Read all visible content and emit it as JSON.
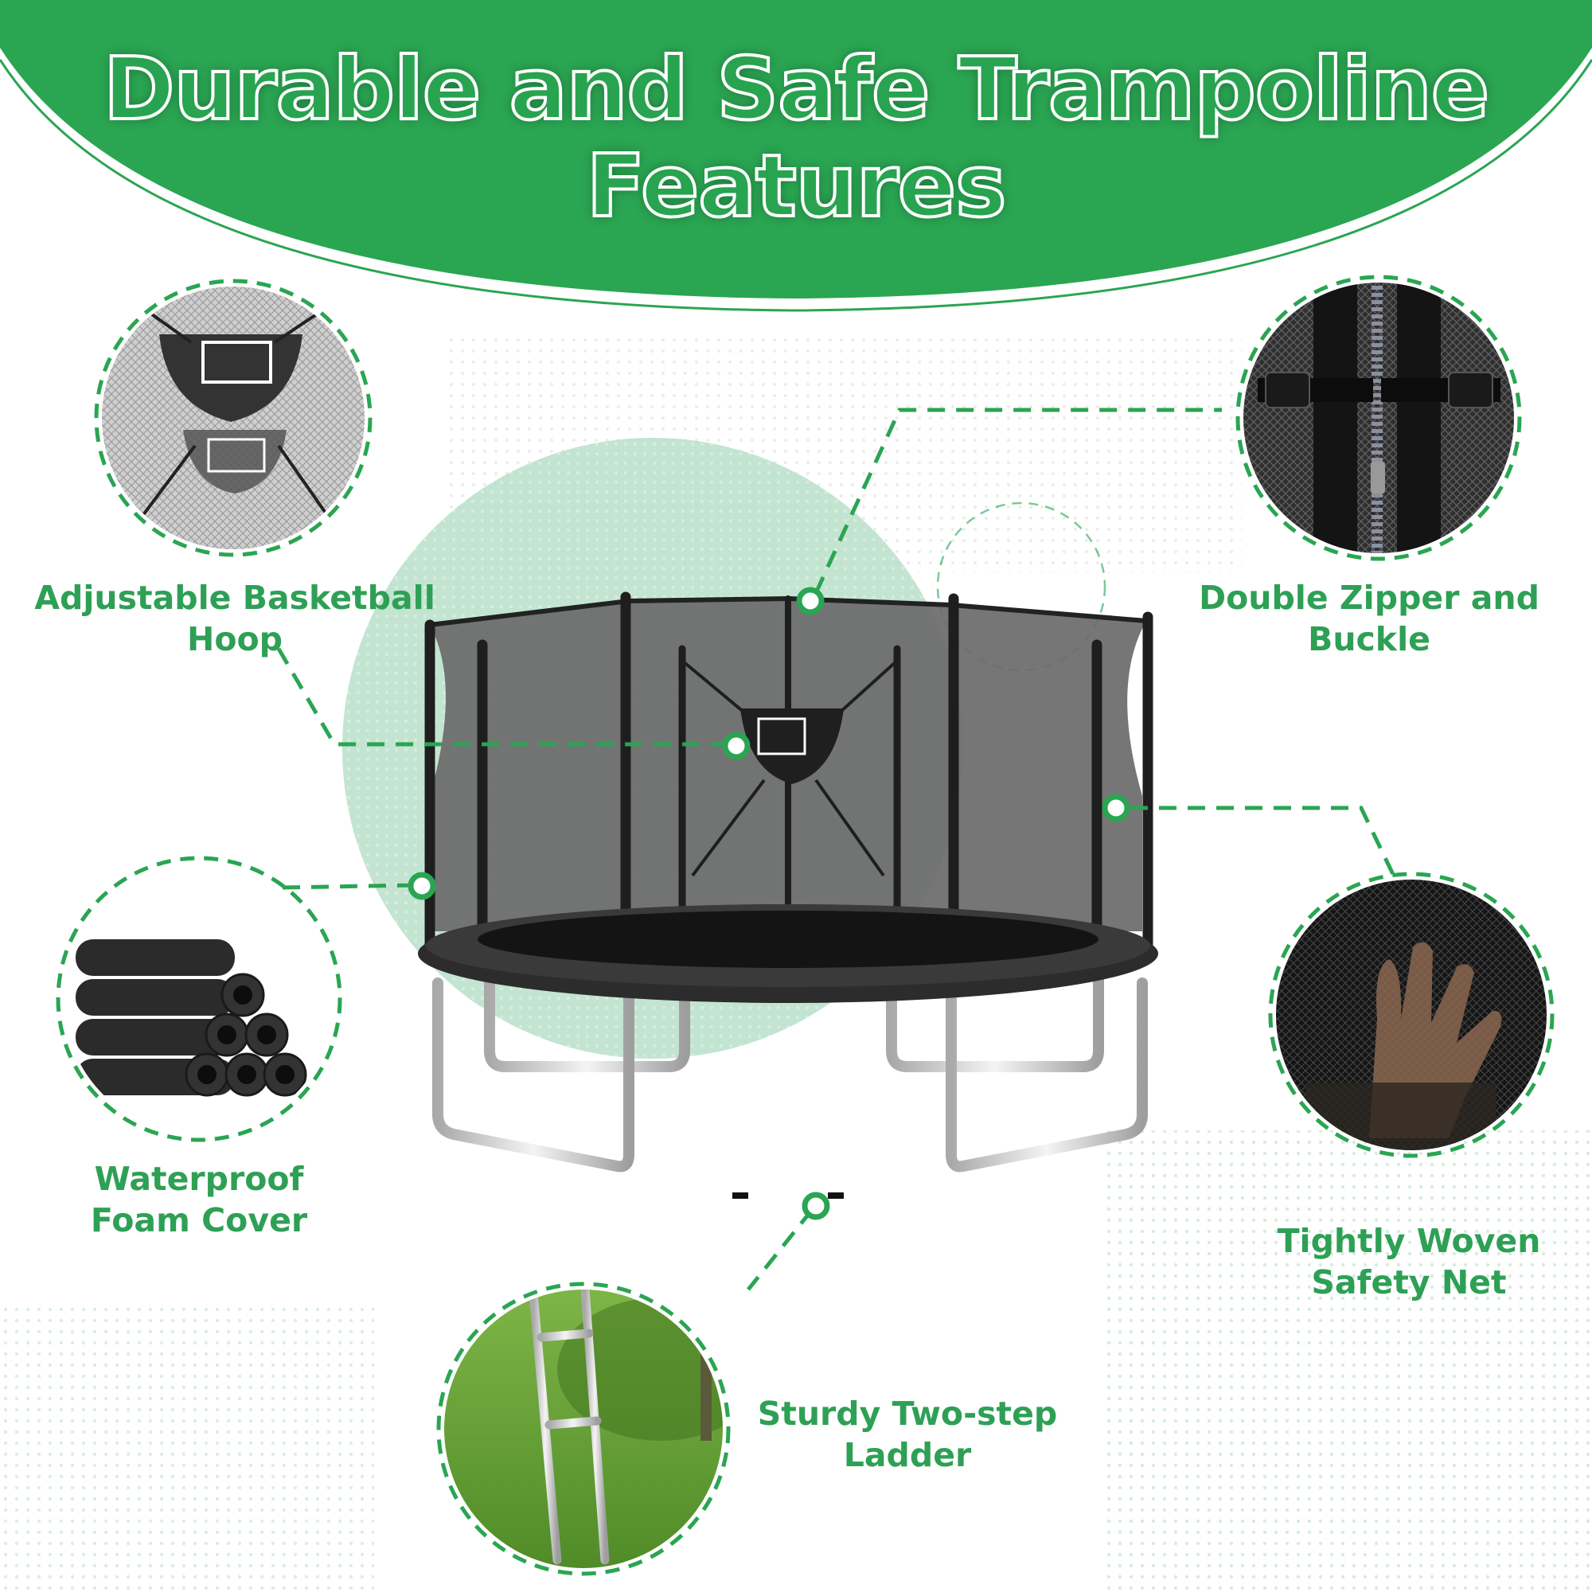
{
  "title": {
    "line1": "Durable and Safe Trampoline",
    "line2": "Features"
  },
  "features": [
    {
      "id": "hoop",
      "line1": "Adjustable Basketball",
      "line2": "Hoop"
    },
    {
      "id": "zipper",
      "line1": "Double Zipper and",
      "line2": "Buckle"
    },
    {
      "id": "foam",
      "line1": "Waterproof",
      "line2": "Foam Cover"
    },
    {
      "id": "net",
      "line1": "Tightly Woven",
      "line2": "Safety Net"
    },
    {
      "id": "ladder",
      "line1": "Sturdy Two-step",
      "line2": "Ladder"
    }
  ],
  "colors": {
    "brand_green": "#2aa552",
    "label_green": "#2ea055",
    "accent_light": "#bfe3cd",
    "frame_dark": "#2a2a2a",
    "leg_silver": "#d8d8d8"
  },
  "icons": [
    "basketball-hoop-image",
    "zipper-buckle-image",
    "foam-tubes-image",
    "woven-net-image",
    "ladder-image",
    "trampoline-image"
  ]
}
